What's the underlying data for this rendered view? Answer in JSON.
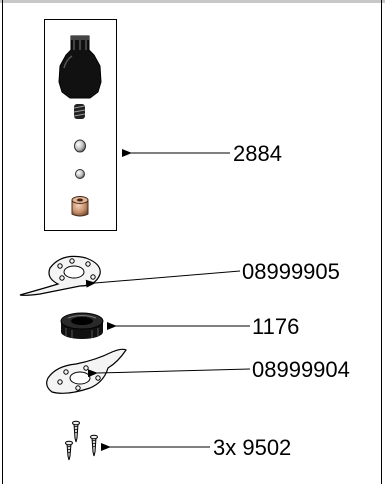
{
  "diagram": {
    "parts": [
      {
        "id": "assembly",
        "label": "2884"
      },
      {
        "id": "blade-upper",
        "label": "08999905"
      },
      {
        "id": "spacer-ring",
        "label": "1176"
      },
      {
        "id": "blade-lower",
        "label": "08999904"
      },
      {
        "id": "screws",
        "label": "3x 9502"
      }
    ]
  }
}
